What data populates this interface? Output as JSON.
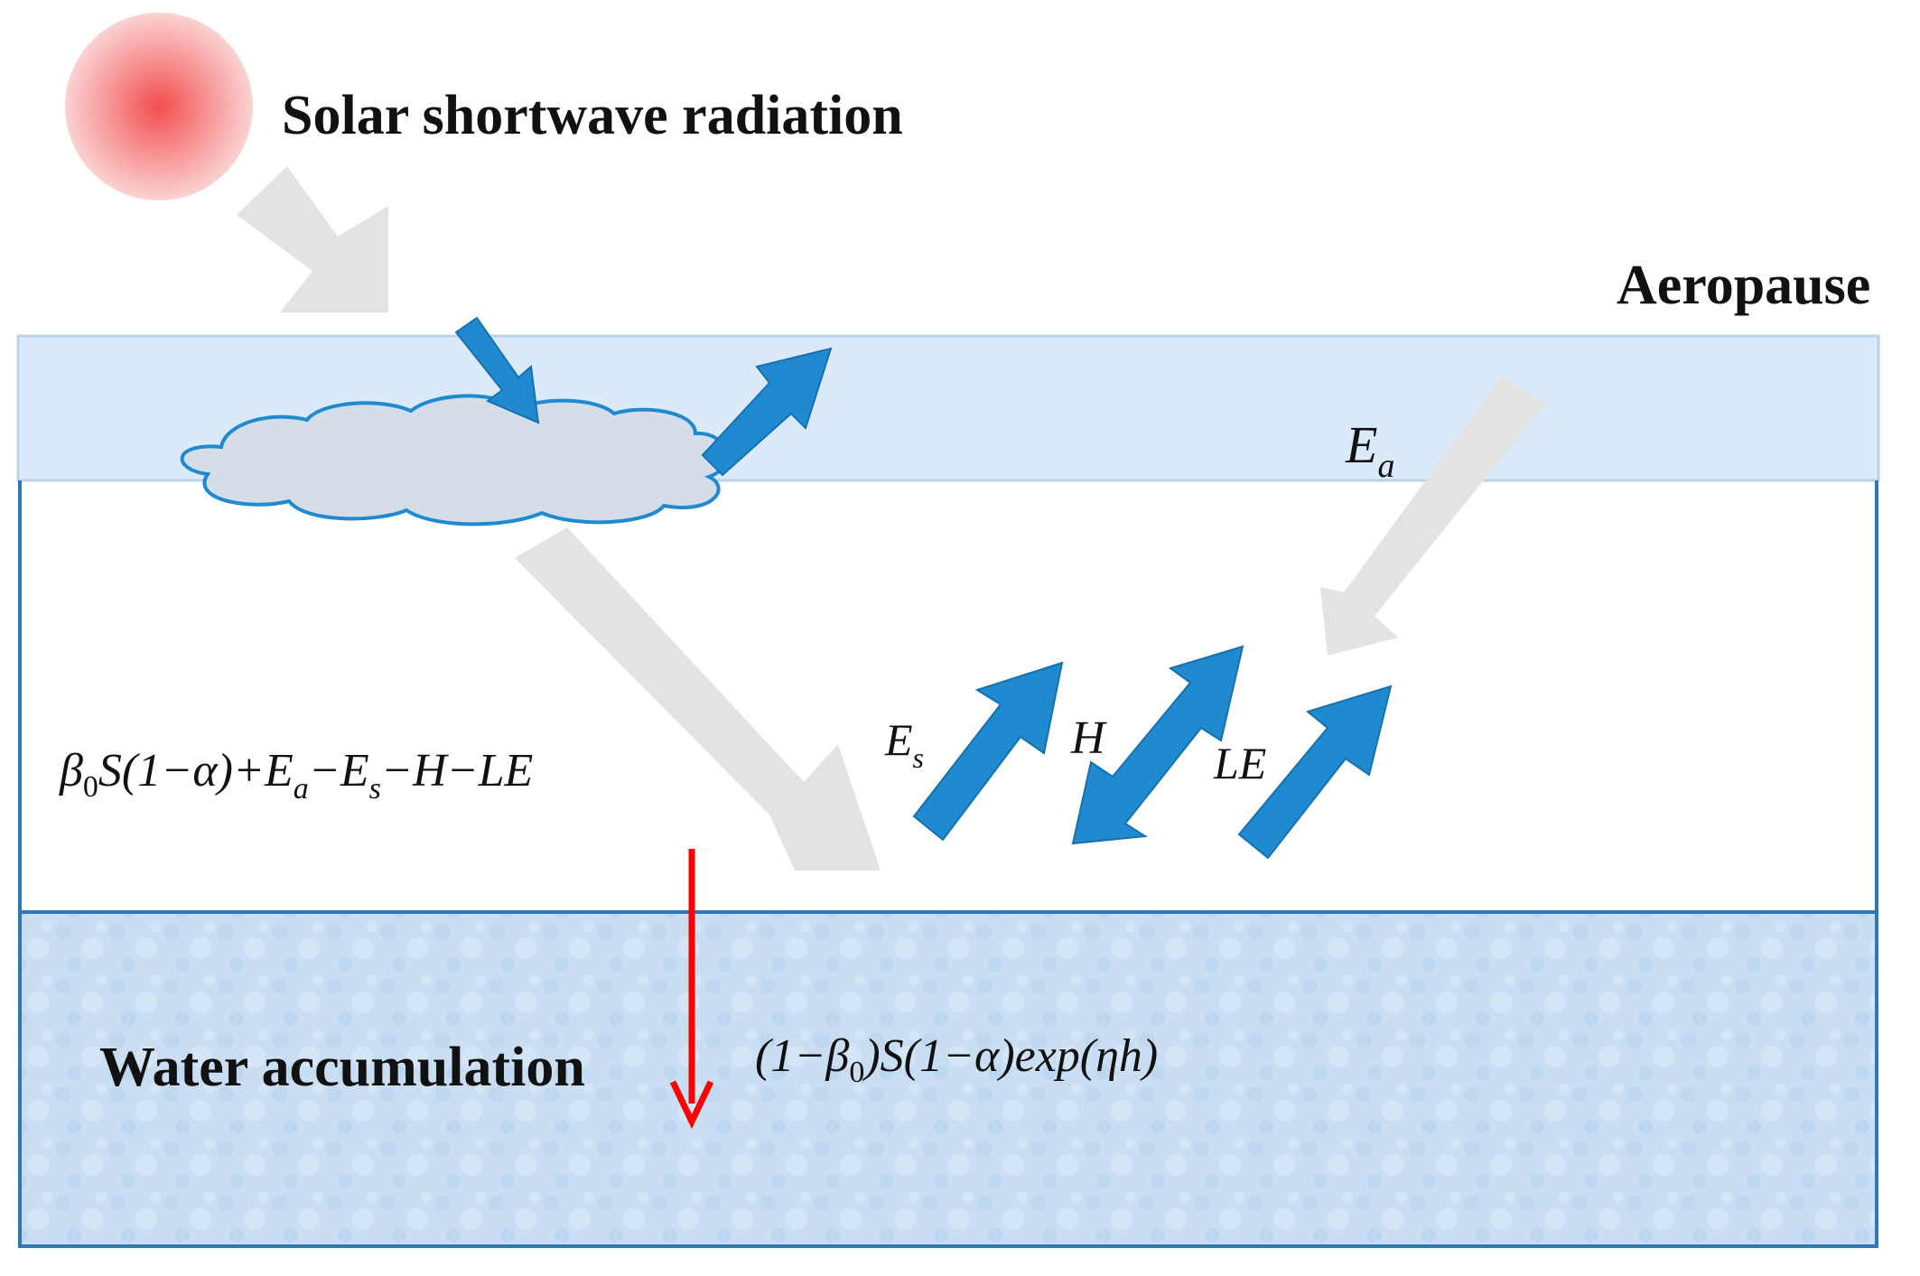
{
  "labels": {
    "solar": "Solar shortwave radiation",
    "aeropause": "Aeropause",
    "water": "Water accumulation"
  },
  "symbols": {
    "Ea_main": "E",
    "Ea_sub": "a",
    "Es_main": "E",
    "Es_sub": "s",
    "H": "H",
    "LE": "LE"
  },
  "equations": {
    "surface_part1": "β",
    "surface_part1_sub": "0",
    "surface_part2": "S(1−α)+E",
    "surface_part2_sub": "a",
    "surface_part3": "−E",
    "surface_part3_sub": "s",
    "surface_part4": "−H−LE",
    "water_part1": "(1−β",
    "water_part1_sub": "0",
    "water_part2": ")S(1−α)exp(ηh)"
  },
  "colors": {
    "sky_band": "#dbeafa",
    "frame_line": "#2f77b5",
    "cloud_fill": "#d5dee8",
    "cloud_stroke": "#1f8ad0",
    "flux_arrow": "#1f8ad0",
    "radiation_arrow": "#e3e3e3",
    "sun_core": "#f24e4e",
    "sun_edge": "#fbd0d0",
    "accumulation_arrow": "#ff0000",
    "water_fill": "#c9def3"
  }
}
